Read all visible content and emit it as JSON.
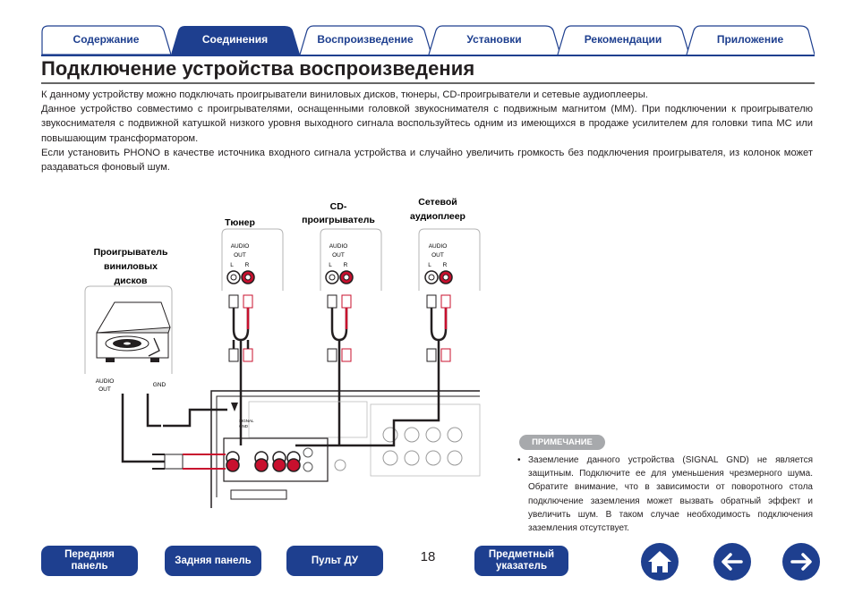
{
  "tabs": [
    {
      "label": "Содержание",
      "active": false
    },
    {
      "label": "Соединения",
      "active": true
    },
    {
      "label": "Воспроизведение",
      "active": false
    },
    {
      "label": "Установки",
      "active": false
    },
    {
      "label": "Рекомендации",
      "active": false
    },
    {
      "label": "Приложение",
      "active": false
    }
  ],
  "page_title": "Подключение устройства воспроизведения",
  "intro": [
    "К данному устройству можно подключать проигрыватели виниловых дисков, тюнеры, CD-проигрыватели и сетевые аудиоплееры.",
    "Данное устройство совместимо с проигрывателями, оснащенными головкой звукоснимателя с подвижным магнитом (MM). При подключении к проигрывателю звукоснимателя с подвижной катушкой низкого уровня выходного сигнала воспользуйтесь одним из имеющихся в продаже усилителем для головки типа MC или повышающим трансформатором.",
    "Если установить PHONO в качестве источника входного сигнала устройства и случайно увеличить громкость без подключения проигрывателя, из колонок может раздаваться фоновый шум."
  ],
  "diagram": {
    "turntable_label": [
      "Проигрыватель",
      "виниловых",
      "дисков"
    ],
    "tuner_label": "Тюнер",
    "cd_label": [
      "CD-",
      "проигрыватель"
    ],
    "network_label": [
      "Сетевой",
      "аудиоплеер"
    ],
    "audio_out": [
      "AUDIO",
      "OUT"
    ],
    "lr": [
      "L",
      "R"
    ],
    "gnd": "GND",
    "signal_gnd": [
      "SIGNAL",
      "GND"
    ]
  },
  "note": {
    "badge": "ПРИМЕЧАНИЕ",
    "bullet": "•",
    "text": "Заземление данного устройства (SIGNAL GND) не является защитным. Подключите ее для уменьшения чрезмерного шума. Обратите внимание, что в зависимости от поворотного стола подключение заземления может вызвать обратный эффект и увеличить шум. В таком случае необходимость подключения заземления отсутствует."
  },
  "footer": {
    "front_panel": [
      "Передняя",
      "панель"
    ],
    "rear_panel": "Задняя панель",
    "remote": "Пульт ДУ",
    "index": [
      "Предметный",
      "указатель"
    ],
    "page_number": "18",
    "home_icon": "home-icon",
    "back_icon": "arrow-left-icon",
    "forward_icon": "arrow-right-icon"
  },
  "colors": {
    "navy": "#1e3f8f",
    "cable_red": "#c8102e",
    "grey": "#a7a9ac"
  }
}
